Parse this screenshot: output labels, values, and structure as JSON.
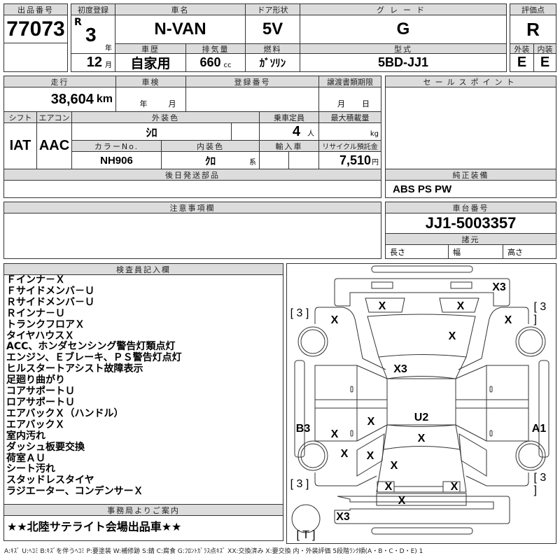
{
  "lot": {
    "label": "出品番号",
    "value": "77073"
  },
  "first_reg": {
    "label": "初度登録",
    "era": "R",
    "year": "3",
    "year_unit": "年",
    "month": "12",
    "month_unit": "月"
  },
  "car_name": {
    "label": "車名",
    "value": "N-VAN"
  },
  "door": {
    "label": "ドア形状",
    "value": "5V"
  },
  "grade": {
    "label": "グレード",
    "value": "G"
  },
  "history": {
    "label": "車歴",
    "value": "自家用"
  },
  "displacement": {
    "label": "排気量",
    "value": "660",
    "unit": "cc"
  },
  "fuel": {
    "label": "燃料",
    "value": "ｶﾞｿﾘﾝ"
  },
  "model": {
    "label": "型式",
    "value": "5BD-JJ1"
  },
  "score": {
    "label": "評価点",
    "value": "R",
    "ext_label": "外装",
    "int_label": "内装",
    "ext": "E",
    "int": "E"
  },
  "mileage": {
    "label": "走行",
    "value": "38,604",
    "unit": "km"
  },
  "inspection": {
    "label": "車検",
    "year_unit": "年",
    "month_unit": "月"
  },
  "reg_no": {
    "label": "登録番号"
  },
  "transfer": {
    "label": "譲渡書類期限",
    "month_unit": "月",
    "day_unit": "日"
  },
  "shift": {
    "label": "シフト",
    "value": "IAT"
  },
  "aircon": {
    "label": "エアコン",
    "value": "AAC"
  },
  "ext_color": {
    "label": "外装色",
    "value": "ｼﾛ"
  },
  "capacity": {
    "label": "乗車定員",
    "value": "4",
    "unit": "人"
  },
  "max_load": {
    "label": "最大積載量",
    "unit": "kg"
  },
  "color_no": {
    "label": "カラーNo.",
    "value": "NH906"
  },
  "int_color": {
    "label": "内装色",
    "value": "ｸﾛ",
    "suffix": "系"
  },
  "import": {
    "label": "輸入車"
  },
  "recycle": {
    "label": "リサイクル預託金",
    "value": "7,510",
    "unit": "円"
  },
  "later_parts": {
    "label": "後日発送部品"
  },
  "sales_point": {
    "label": "セールスポイント"
  },
  "equipment": {
    "label": "純正装備",
    "value": "ABS PS PW"
  },
  "notes": {
    "label": "注意事項欄"
  },
  "chassis": {
    "label": "車台番号",
    "value": "JJ1-5003357"
  },
  "specs": {
    "label": "諸元",
    "length": "長さ",
    "width": "幅",
    "height": "高さ"
  },
  "inspector": {
    "label": "検査員記入欄",
    "lines": [
      "Ｆインナ－Ｘ",
      "Ｆサイドメンバ－Ｕ",
      "Ｒサイドメンバ－Ｕ",
      "Ｒインナ－Ｕ",
      "トランクフロアＸ",
      "タイヤハウスＸ",
      "ACC、ホンダセンシング警告灯類点灯",
      "エンジン、Ｅブレーキ、ＰＳ警告灯点灯",
      "ヒルスタートアシスト故障表示",
      "足廻り曲がり",
      "コアサポートＵ",
      "ロアサポートＵ",
      "エアバックＸ（ハンドル）",
      "エアバックＸ",
      "室内汚れ",
      "ダッシュ板要交換",
      "荷室ＡＵ",
      "シート汚れ",
      "スタッドレスタイヤ",
      "ラジエーター、コンデンサーＸ"
    ]
  },
  "office": {
    "label": "事務局よりご案内",
    "value": "★★北陸サテライト会場出品車★★"
  },
  "diagram": {
    "marks": [
      "X3",
      "X",
      "X",
      "[ 3 ]",
      "[ 3 ]",
      "X",
      "X",
      "X",
      "X3",
      "U2",
      "X",
      "B3",
      "A1",
      "X",
      "X",
      "X",
      "X",
      "X",
      "[ 3 ]",
      "[ 3 ]",
      "X",
      "X",
      "X",
      "X3",
      "[ T ]"
    ]
  },
  "legend": "A:ｷｽﾞ U:ﾍｺﾐ B:ｷｽﾞを伴うﾍｺﾐ P:要塗装 W:補修跡 S:錆 C:腐食 G:ﾌﾛﾝﾄｶﾞﾗｽ点ｷｽﾞ XX:交換済み X:要交換 内・外装評価 5段階ﾗﾝｸ順(A・B・C・D・E) 1"
}
